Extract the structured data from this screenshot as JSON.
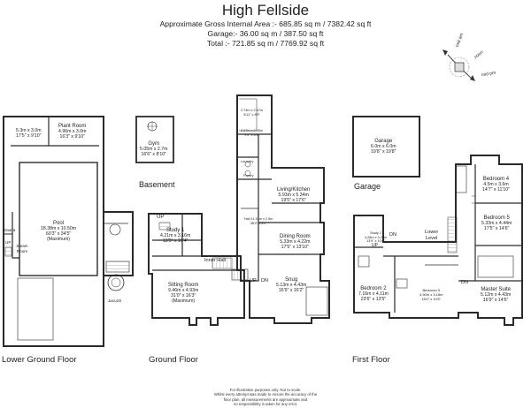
{
  "header": {
    "title": "High Fellside",
    "gross_area": "Approximate Gross Internal Area :- 685.85 sq m / 7382.42 sq ft",
    "garage_area": "Garage:- 36.00 sq m / 387.50 sq ft",
    "total_area": "Total :- 721.85 sq m / 7769.92 sq ft"
  },
  "compass": {
    "labels": [
      "mid am",
      "noon",
      "mid pm"
    ]
  },
  "floors": {
    "lower_ground": "Lower Ground Floor",
    "ground": "Ground Floor",
    "first": "First Floor",
    "basement": "Basement",
    "garage": "Garage"
  },
  "rooms": {
    "lg_store": {
      "dims": "5.3m x 3.0m",
      "dims2": "17'5\" x 9'10\""
    },
    "plant": {
      "name": "Plant Room",
      "dims": "4.96m x 3.0m",
      "dims2": "16'3\" x 9'10\""
    },
    "pool": {
      "name": "Pool",
      "dims": "18.38m x 10.50m",
      "dims2": "60'3\" x 34'5\"",
      "note": "(Maximum)"
    },
    "sauna": {
      "name": "Sauna"
    },
    "steam": {
      "name": "Steam Room"
    },
    "jacuzzi": {
      "name": "Jacuzzi"
    },
    "up_lg": "UP",
    "gym": {
      "name": "Gym",
      "dims": "5.05m x 2.7m",
      "dims2": "16'6\" x 8'10\""
    },
    "study1": {
      "name": "Study 1",
      "dims": "4.21m x 3.16m",
      "dims2": "13'9\" x 10'4\""
    },
    "up_g1": "UP",
    "inner_hall": {
      "name": "Inner Hall"
    },
    "sitting": {
      "name": "Sitting Room",
      "dims": "9.46m x 4.93m",
      "dims2": "31'0\" x 16'3\"",
      "note": "(Maximum)"
    },
    "store_a": {
      "dims": "2.74m x 2.67m",
      "dims2": "8'11\" x 8'9\""
    },
    "store_b": {
      "dims": "2.97m x 2.06m",
      "dims2": "9'9\" x 6'9\""
    },
    "laundry": {
      "name": "Laundry"
    },
    "pantry": {
      "name": "Pantry"
    },
    "hall": {
      "name": "Hall",
      "dims": "11.51m x 2.5m",
      "dims2": "38'0\" x 8'2\""
    },
    "kitchen": {
      "name": "Living/Kitchen",
      "dims": "5.93m x 5.34m",
      "dims2": "19'5\" x 17'6\""
    },
    "dining": {
      "name": "Dining Room",
      "dims": "5.33m x 4.22m",
      "dims2": "17'5\" x 13'10\""
    },
    "snug": {
      "name": "Snug",
      "dims": "5.13m x 4.43m",
      "dims2": "16'9\" x 16'2\""
    },
    "up_g2": "UP",
    "dn_g2": "DN",
    "garage_room": {
      "name": "Garage",
      "dims": "6.0m x 6.0m",
      "dims2": "19'8\" x 19'8\""
    },
    "bed4": {
      "name": "Bedroom 4",
      "dims": "4.5m x 3.6m",
      "dims2": "14'7\" x 11'10\""
    },
    "bed5": {
      "name": "Bedroom 5",
      "dims": "5.33m x 4.44m",
      "dims2": "17'5\" x 14'6\""
    },
    "study2": {
      "name": "Study 2",
      "dims": "4.28m x 3.25m",
      "dims2": "13'9\" x 10'6\""
    },
    "lower_level": {
      "line1": "Lower",
      "line2": "Level"
    },
    "bed2": {
      "name": "Bedroom 2",
      "dims": "7.16m x 4.11m",
      "dims2": "23'6\" x 13'5\""
    },
    "bed3": {
      "name": "Bedroom 3",
      "dims": "4.90m x 3.18m",
      "dims2": "16'0\" x 10'5\""
    },
    "master": {
      "name": "Master Suite",
      "dims": "5.12m x 4.43m",
      "dims2": "16'9\" x 14'6\""
    },
    "dn_f1": "DN",
    "dn_f2": "DN",
    "up_f1": "UP"
  },
  "disclaimer": {
    "line1": "For illustrative purposes only. Not to scale.",
    "line2": "Whilst every attempt was made to ensure the accuracy of the",
    "line3": "floor plan, all measurements are approximate and",
    "line4": "no responsibility is taken for any error."
  },
  "colors": {
    "wall": "#2a2a2a",
    "fill": "#ffffff",
    "stair": "#666666"
  }
}
